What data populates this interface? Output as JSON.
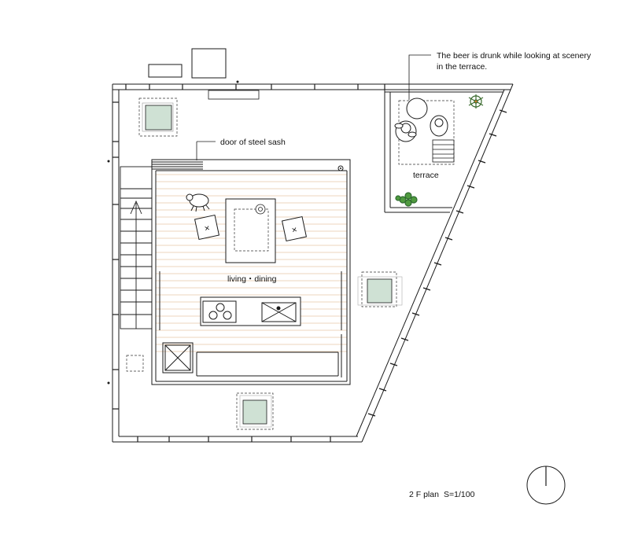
{
  "labels": {
    "annotation_line1": "The beer is drunk while looking at scenery",
    "annotation_line2": "in the terrace.",
    "door_label": "door of steel sash",
    "terrace_label": "terrace",
    "living_label": "living・dining",
    "plan_title": "2 F plan",
    "scale": "S=1/100"
  },
  "colors": {
    "line": "#1a1a1a",
    "floor_stripe": "#e8c7a6",
    "tree_fill": "#cfe1d4",
    "dash": "#333333"
  }
}
